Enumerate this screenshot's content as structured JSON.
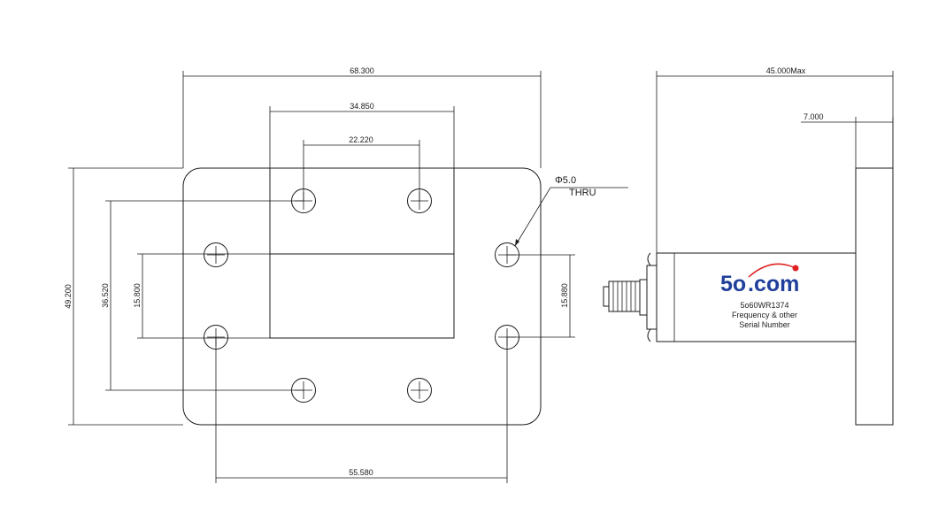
{
  "front_view": {
    "dims": {
      "overall_width": "68.300",
      "flange_inner_width": "34.850",
      "hole_spacing_top": "22.220",
      "overall_height": "49.200",
      "hole_spacing_vertical": "36.520",
      "aperture_height_left": "15.800",
      "aperture_height_right": "15.880",
      "hole_spacing_bottom": "55.580"
    },
    "hole_note": {
      "diameter": "Φ5.0",
      "type": "THRU"
    }
  },
  "side_view": {
    "dims": {
      "overall_length": "45.000Max",
      "flange_thickness": "7.000"
    },
    "label": {
      "logo_number": "5o",
      "logo_text": ".com",
      "model": "5o60WR1374",
      "line2": "Frequency & other",
      "line3": "Serial Number"
    }
  },
  "colors": {
    "line": "#1a1a1a",
    "logo_blue": "#1f3f9a",
    "logo_red": "#e02020"
  }
}
